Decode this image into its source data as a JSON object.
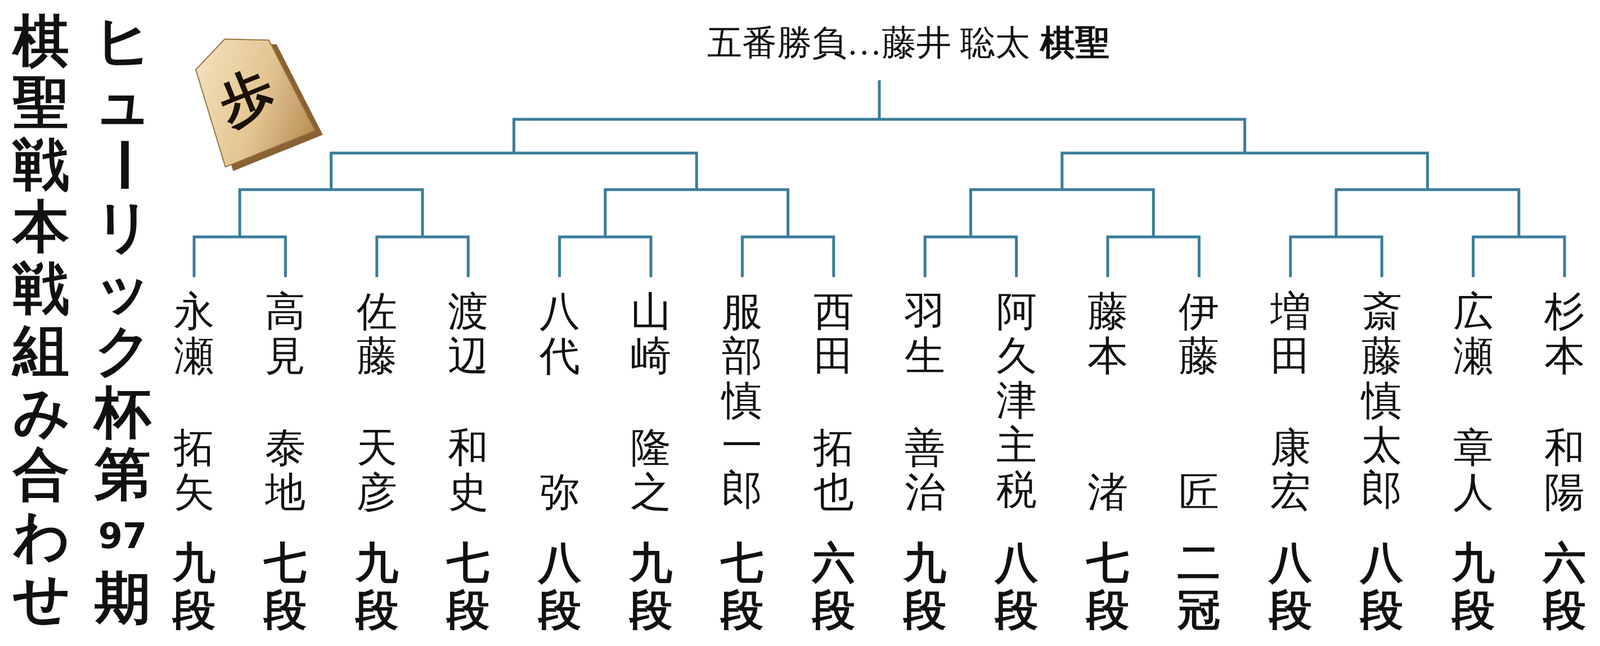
{
  "diagram": {
    "title": "ヒューリック杯第97期 棋聖戦本戦組み合わせ",
    "labels": [
      "歩",
      "五番勝負…藤井 聡太",
      "棋聖",
      "永瀬 拓矢",
      "九段",
      "高見 泰地",
      "七段",
      "佐藤 天彦",
      "九段",
      "渡辺 和史",
      "七段",
      "八代 弥",
      "八段",
      "山崎 隆之",
      "九段",
      "服部慎一郎",
      "七段",
      "西田 拓也",
      "六段",
      "羽生 善治",
      "九段",
      "阿久津主税",
      "八段",
      "藤本 渚",
      "七段",
      "伊藤 匠",
      "二冠",
      "増田 康宏",
      "八段",
      "斎藤慎太郎",
      "八段",
      "広瀬 章人",
      "九段",
      "杉本 和陽",
      "六段"
    ]
  }
}
